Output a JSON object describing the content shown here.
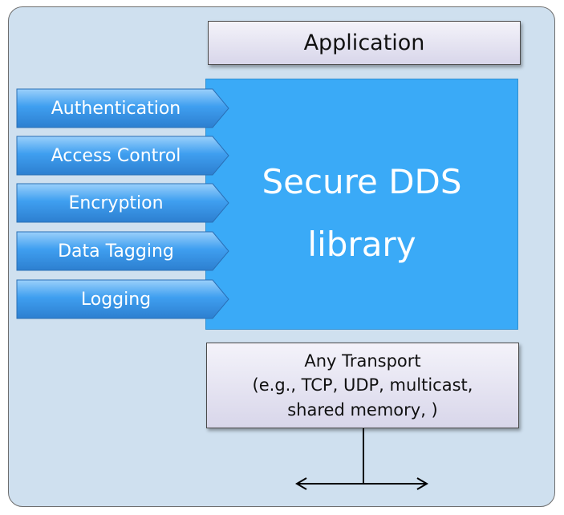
{
  "diagram": {
    "application_label": "Application",
    "library_label": "Secure DDS\nlibrary",
    "plugins": [
      {
        "label": "Authentication"
      },
      {
        "label": "Access Control"
      },
      {
        "label": "Encryption"
      },
      {
        "label": "Data Tagging"
      },
      {
        "label": "Logging"
      }
    ],
    "transport_label": "Any Transport\n(e.g., TCP, UDP, multicast,\nshared memory, )",
    "colors": {
      "background": "#cfe0ef",
      "library": "#3aaaf7",
      "plugin": "#2f8ee0",
      "box_fill": "#e6e4f3"
    }
  }
}
